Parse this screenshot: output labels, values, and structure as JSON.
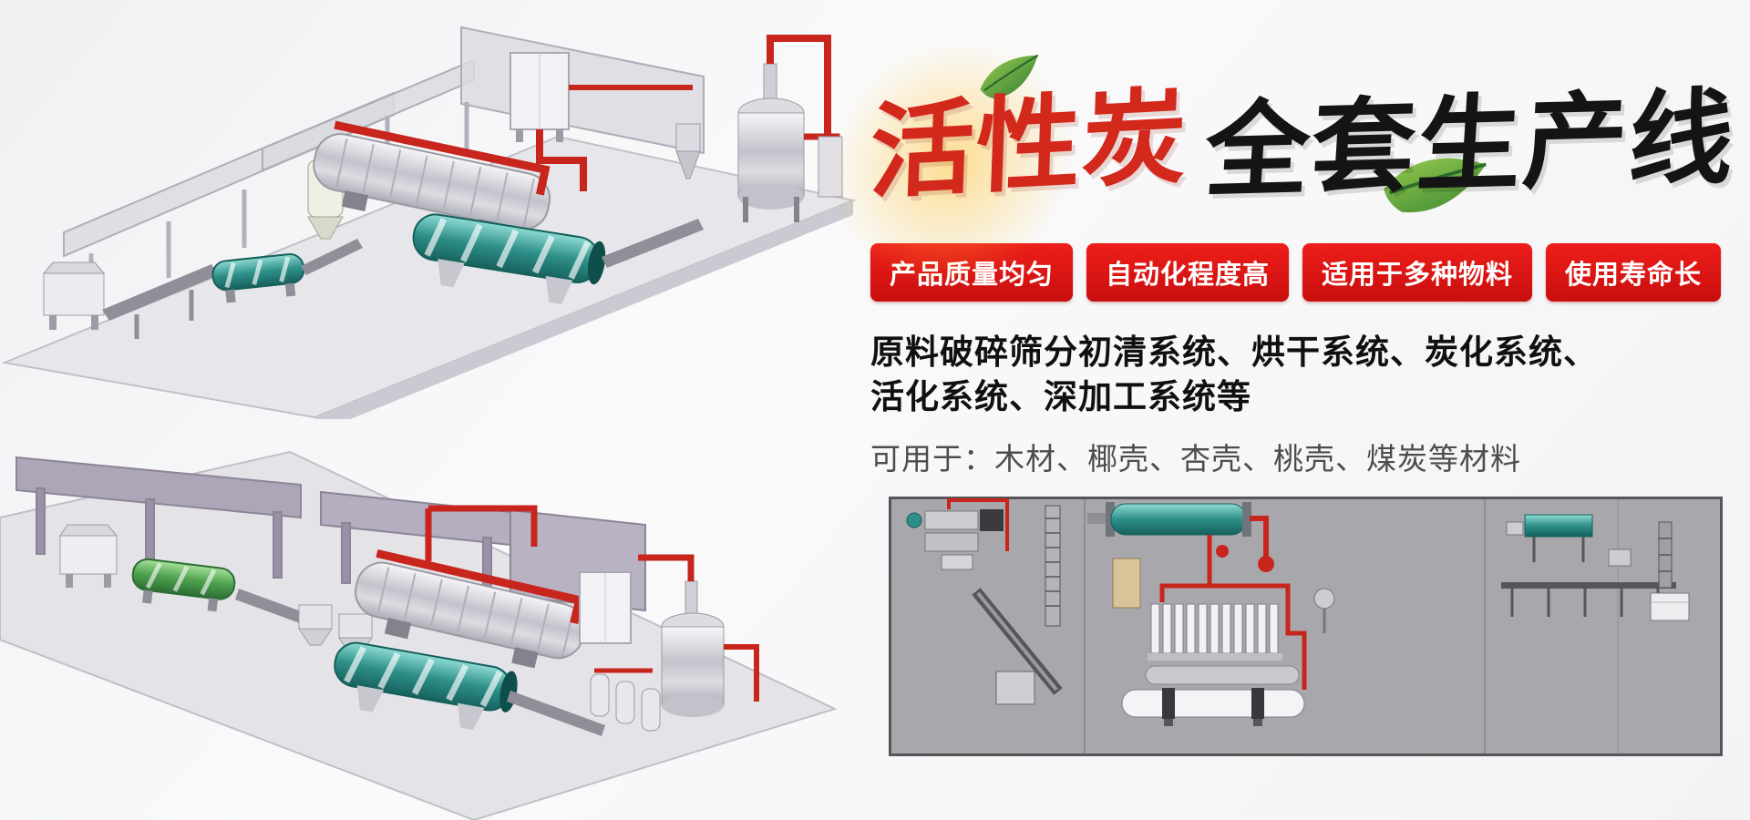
{
  "hero": {
    "title_red": "活性炭",
    "title_black": "全套生产线",
    "badges": [
      "产品质量均匀",
      "自动化程度高",
      "适用于多种物料",
      "使用寿命长"
    ],
    "desc_line1": "原料破碎筛分初清系统、烘干系统、炭化系统、",
    "desc_line2": "活化系统、深加工系统等",
    "materials": "可用于：木材、椰壳、杏壳、桃壳、煤炭等材料"
  },
  "colors": {
    "title_red": "#d3281c",
    "badge_red": "#dd1414",
    "pipe_red": "#c8251d",
    "machine_teal": "#2e8f89",
    "machine_green": "#4da04d",
    "panel_gray": "#a8a8ac",
    "wall_purple": "#ada5b8"
  },
  "icons": {
    "top_render": "activated-carbon-production-line-3d-render",
    "bottom_render": "activated-carbon-production-line-3d-render-alt",
    "layout_render": "production-line-layout-render",
    "leaf": "green-leaf-decoration"
  }
}
